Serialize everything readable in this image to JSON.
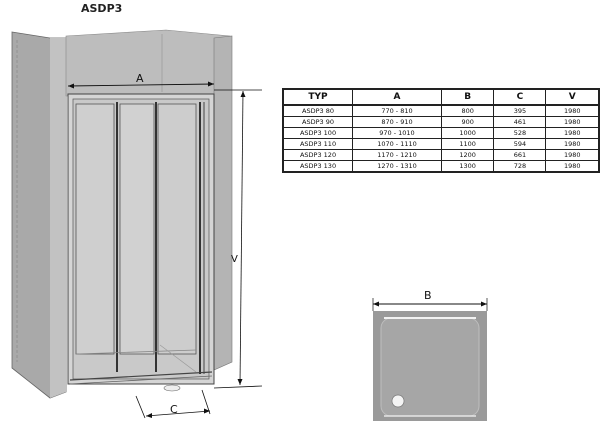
{
  "title": "ASDP3",
  "dimension_labels": {
    "A": "A",
    "B": "B",
    "C": "C",
    "V": "V"
  },
  "table": {
    "headers": [
      "TYP",
      "A",
      "B",
      "C",
      "V"
    ],
    "rows": [
      [
        "ASDP3 80",
        "770 - 810",
        "800",
        "395",
        "1980"
      ],
      [
        "ASDP3 90",
        "870 - 910",
        "900",
        "461",
        "1980"
      ],
      [
        "ASDP3 100",
        "970 - 1010",
        "1000",
        "528",
        "1980"
      ],
      [
        "ASDP3 110",
        "1070 - 1110",
        "1100",
        "594",
        "1980"
      ],
      [
        "ASDP3 120",
        "1170 - 1210",
        "1200",
        "661",
        "1980"
      ],
      [
        "ASDP3 130",
        "1270 - 1310",
        "1300",
        "728",
        "1980"
      ]
    ]
  }
}
